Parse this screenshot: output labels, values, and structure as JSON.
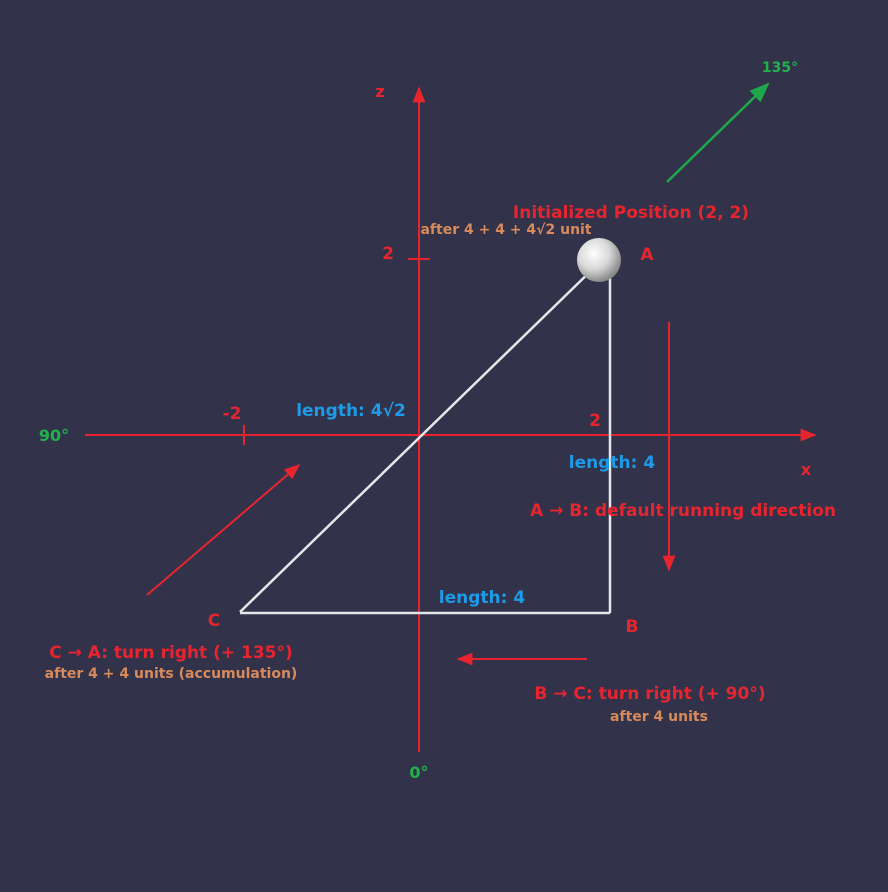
{
  "axes": {
    "x_label": "x",
    "z_label": "z",
    "tick_z_2": "2",
    "tick_x_neg2": "-2",
    "tick_x_2": "2"
  },
  "angles": {
    "deg_0": "0°",
    "deg_90": "90°",
    "deg_135": "135°"
  },
  "points": {
    "A": "A",
    "B": "B",
    "C": "C"
  },
  "annotations": {
    "init_position": "Initialized Position (2, 2)",
    "after_full": "after 4 + 4 + 4√2 unit",
    "length_diag": "length: 4√2",
    "length_ab": "length: 4",
    "length_bc": "length: 4",
    "ab_direction": "A → B: default running direction",
    "bc_turn": "B → C: turn right (+ 90°)",
    "bc_after": "after 4 units",
    "ca_turn": "C → A: turn right (+ 135°)",
    "ca_after": "after 4 + 4 units (accumulation)"
  },
  "colors": {
    "background": "#32324a",
    "axis": "#e8252f",
    "path": "#e6e6ea",
    "length_label": "#1e9be8",
    "angle_label": "#22b24c",
    "secondary_label": "#d98a5a"
  }
}
